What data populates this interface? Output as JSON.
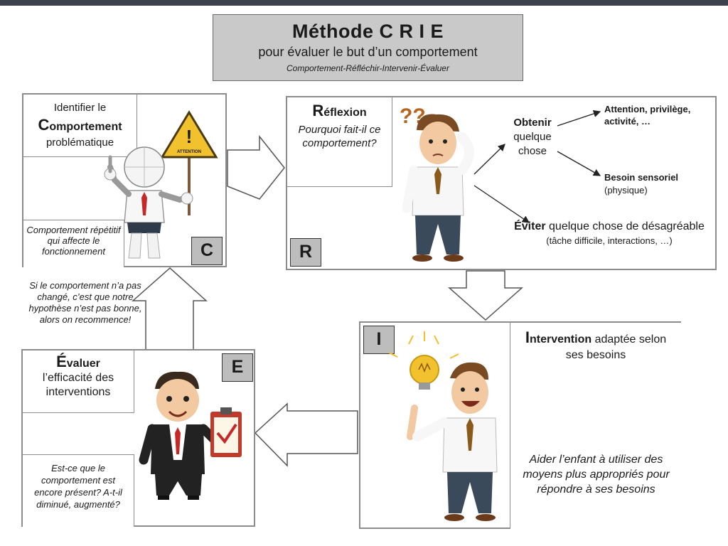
{
  "title": {
    "main": "Méthode C R I E",
    "sub": "pour évaluer le but d’un comportement",
    "acronym": "Comportement-Réfléchir-Intervenir-Évaluer"
  },
  "steps": {
    "c": {
      "letter": "C",
      "heading_pre": "Identifier le",
      "heading_big": "C",
      "heading_rest": "omportement",
      "heading_post": "problématique",
      "note": "Comportement répétitif qui affecte le fonctionnement",
      "sign_text": "ATTENTION"
    },
    "r": {
      "letter": "R",
      "heading_big": "R",
      "heading_rest": "éflexion",
      "question": "Pourquoi fait-il ce comportement?",
      "obtenir": "Obtenir",
      "obtenir_rest": "quelque chose",
      "attention": "Attention, privilège, activité, …",
      "besoin": "Besoin sensoriel",
      "besoin_sub": "(physique)",
      "eviter": "Éviter",
      "eviter_rest": "quelque chose de désagréable",
      "eviter_examples": "(tâche difficile, interactions, …)"
    },
    "i": {
      "letter": "I",
      "heading_big": "I",
      "heading_rest": "ntervention",
      "heading_post": "adaptée selon ses besoins",
      "note": "Aider l’enfant à utiliser des moyens plus appropriés pour répondre à ses besoins"
    },
    "e": {
      "letter": "E",
      "heading_big": "É",
      "heading_rest": "valuer",
      "heading_post": "l’efficacité des interventions",
      "question": "Est-ce que le comportement est encore présent? A-t-il diminué, augmenté?"
    }
  },
  "loop_note": "Si le comportement n’a pas changé, c’est que notre hypothèse n’est pas bonne, alors on recommence!",
  "colors": {
    "title_bg": "#c9c9c9",
    "letter_bg": "#bdbdbd",
    "border": "#8c8c8c",
    "tie_red": "#c62828",
    "bulb_yellow": "#f2c12e"
  }
}
